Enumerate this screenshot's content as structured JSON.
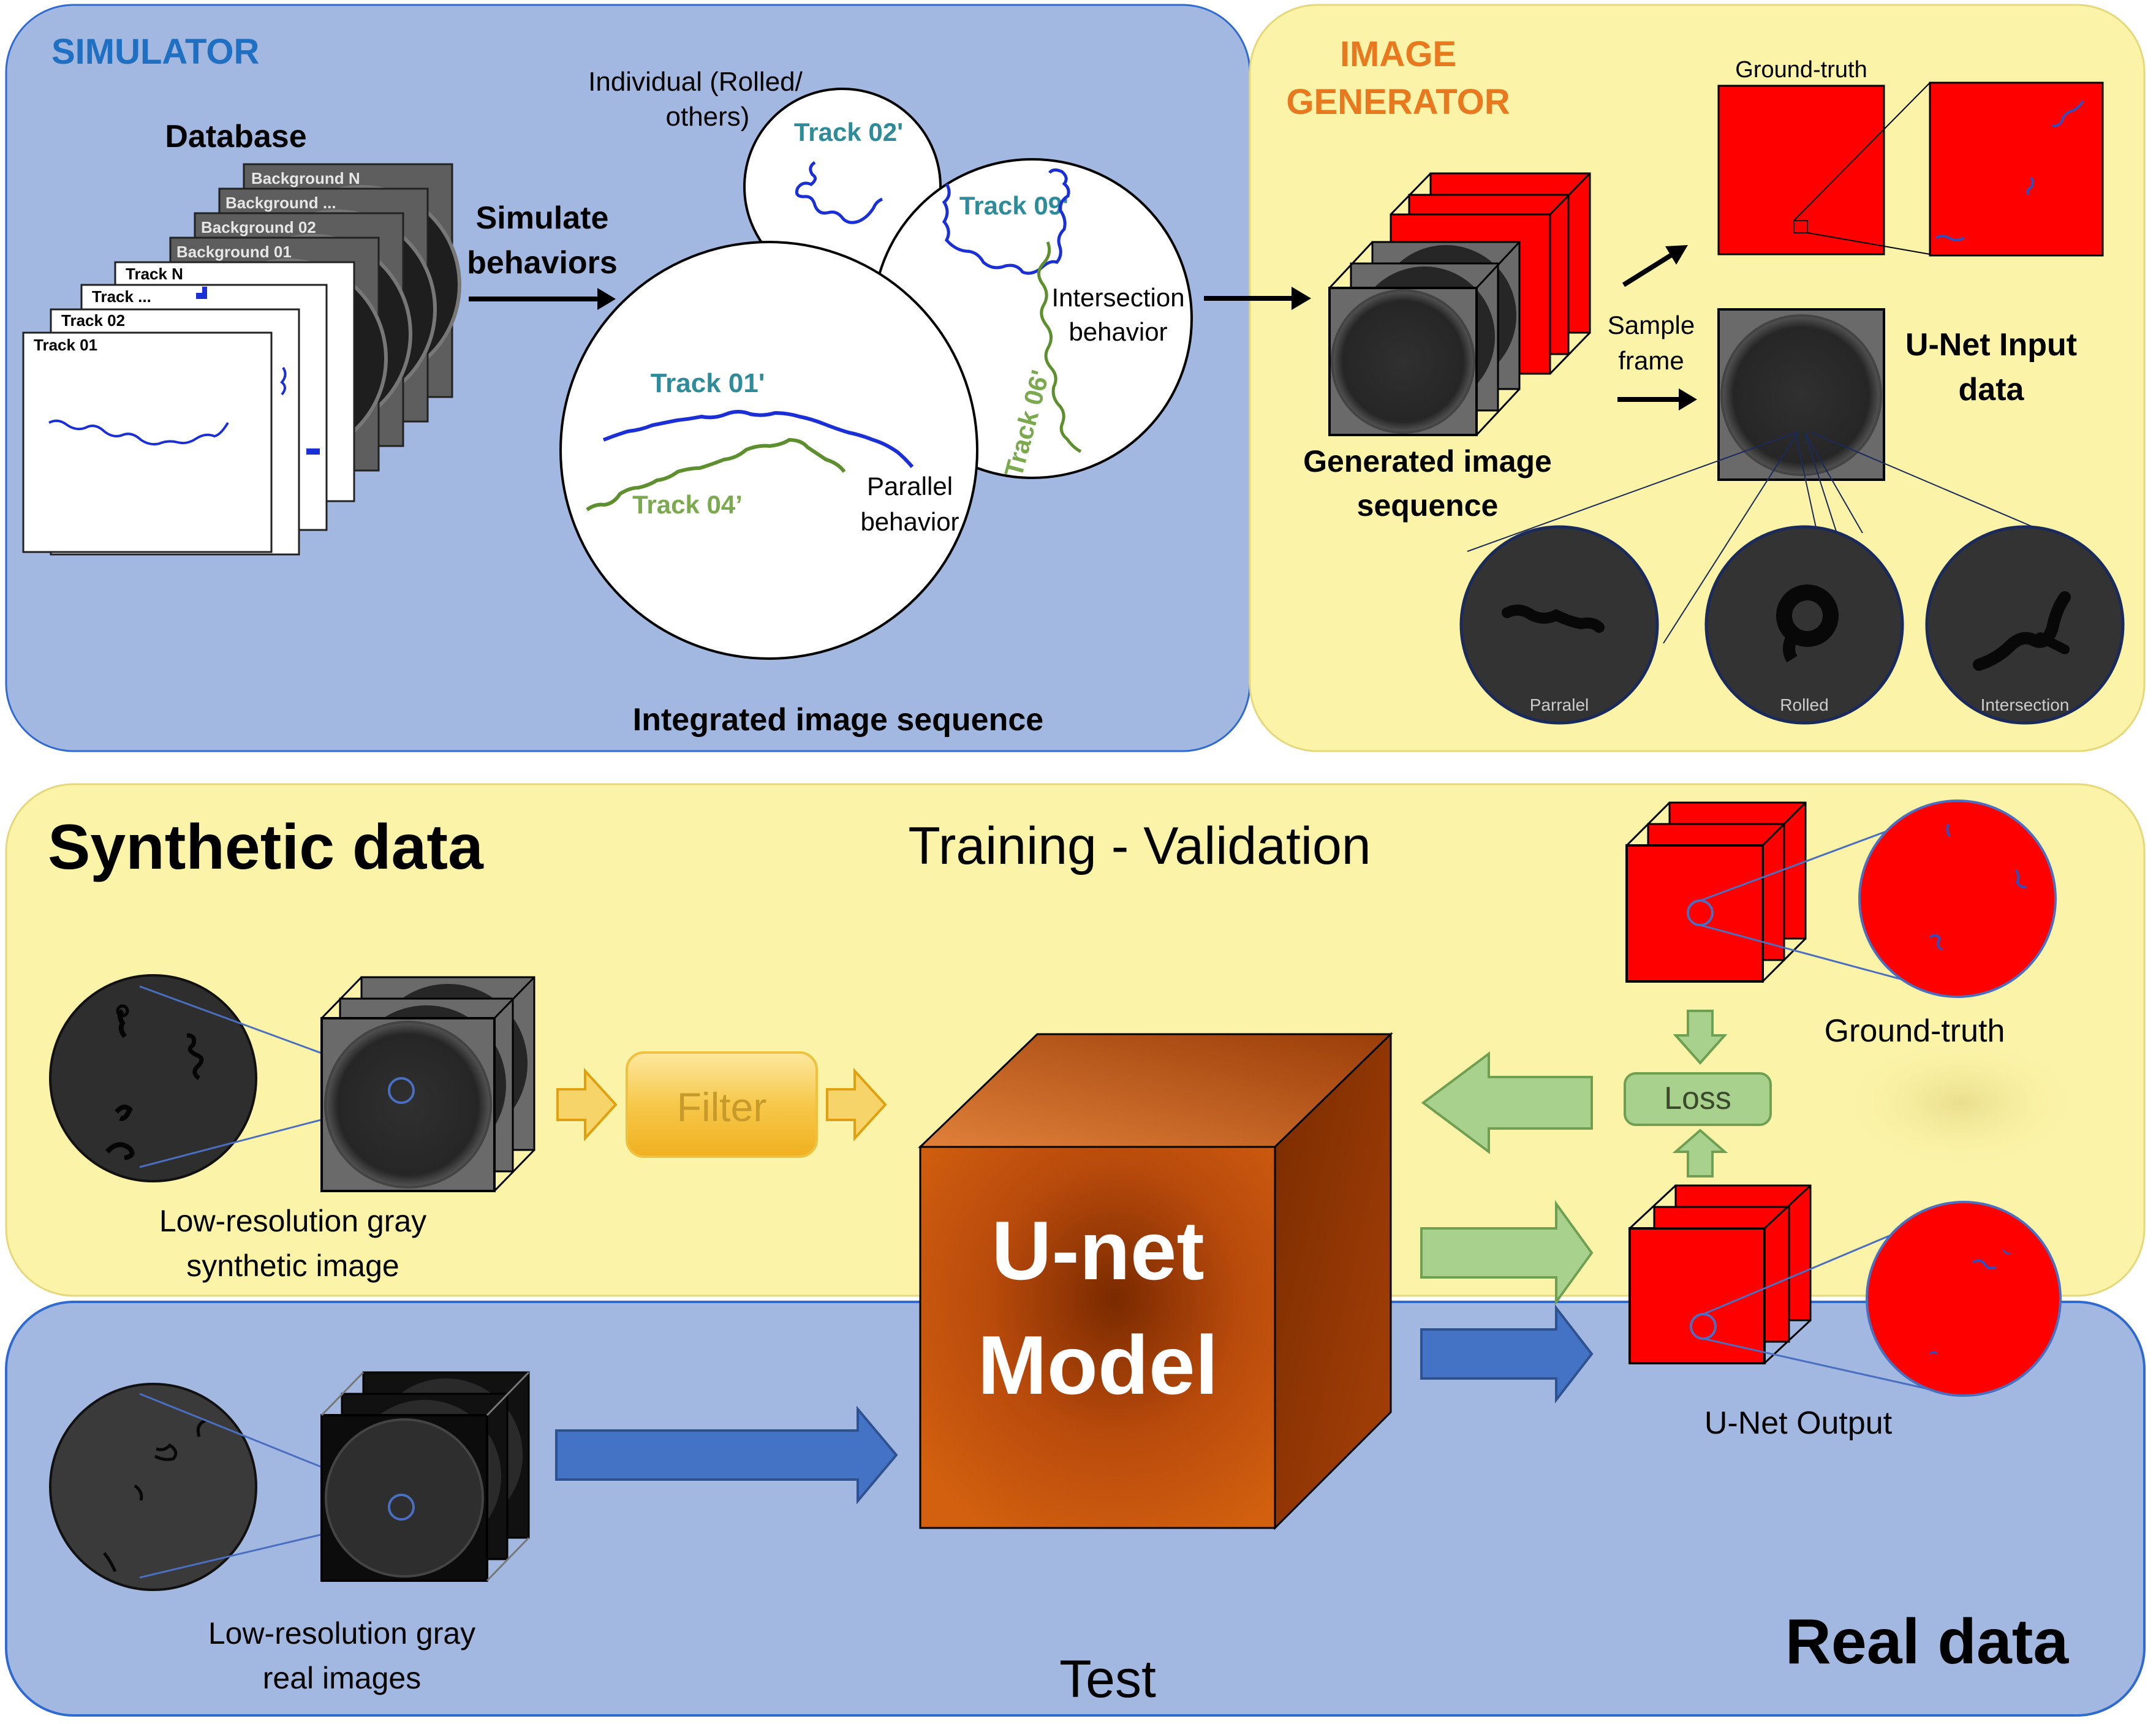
{
  "simulator": {
    "title": "SIMULATOR",
    "database_label": "Database",
    "backgrounds": [
      "Background N",
      "Background ...",
      "Background 02",
      "Background 01"
    ],
    "tracks": [
      "Track N",
      "Track ...",
      "Track 02",
      "Track 01"
    ],
    "simulate_label": [
      "Simulate",
      "behaviors"
    ],
    "individual_label": [
      "Individual (Rolled/",
      "others)"
    ],
    "track_02": "Track 02'",
    "track_09": "Track 09'",
    "track_06": "Track 06'",
    "track_01": "Track 01'",
    "track_04": "Track 04’",
    "intersection_label": [
      "Intersection",
      "behavior"
    ],
    "parallel_label": [
      "Parallel",
      "behavior"
    ],
    "integrated_label": "Integrated image sequence"
  },
  "image_generator": {
    "title": [
      "IMAGE",
      "GENERATOR"
    ],
    "generated_label": [
      "Generated image",
      "sequence"
    ],
    "sample_label": [
      "Sample",
      "frame"
    ],
    "ground_truth_label": "Ground-truth",
    "unet_input_label": [
      "U-Net Input",
      "data"
    ],
    "insets": [
      "Parralel",
      "Rolled",
      "Intersection"
    ]
  },
  "training": {
    "synthetic_title": "Synthetic data",
    "training_title": "Training - Validation",
    "synthetic_image_label": [
      "Low-resolution gray",
      "synthetic image"
    ],
    "filter_label": "Filter",
    "ground_truth_label": "Ground-truth",
    "loss_label": "Loss"
  },
  "model": {
    "label": [
      "U-net",
      "Model"
    ]
  },
  "test": {
    "real_image_label": [
      "Low-resolution gray",
      "real images"
    ],
    "test_title": "Test",
    "real_title": "Real data",
    "output_label": "U-Net Output"
  },
  "colors": {
    "simulator_bg": "#a3b8e0",
    "generator_bg": "#fbf3a7",
    "simulator_title": "#1f6fc2",
    "generator_title": "#e8791e",
    "track_teal": "#2e8b9a",
    "track_green": "#7aaa4d",
    "track_blue": "#1a2fd6",
    "red": "#ff0000",
    "model": "#c2520e",
    "green_arrow": "#a9d18e",
    "blue_arrow": "#4472c4",
    "filter": "#f5c242"
  }
}
